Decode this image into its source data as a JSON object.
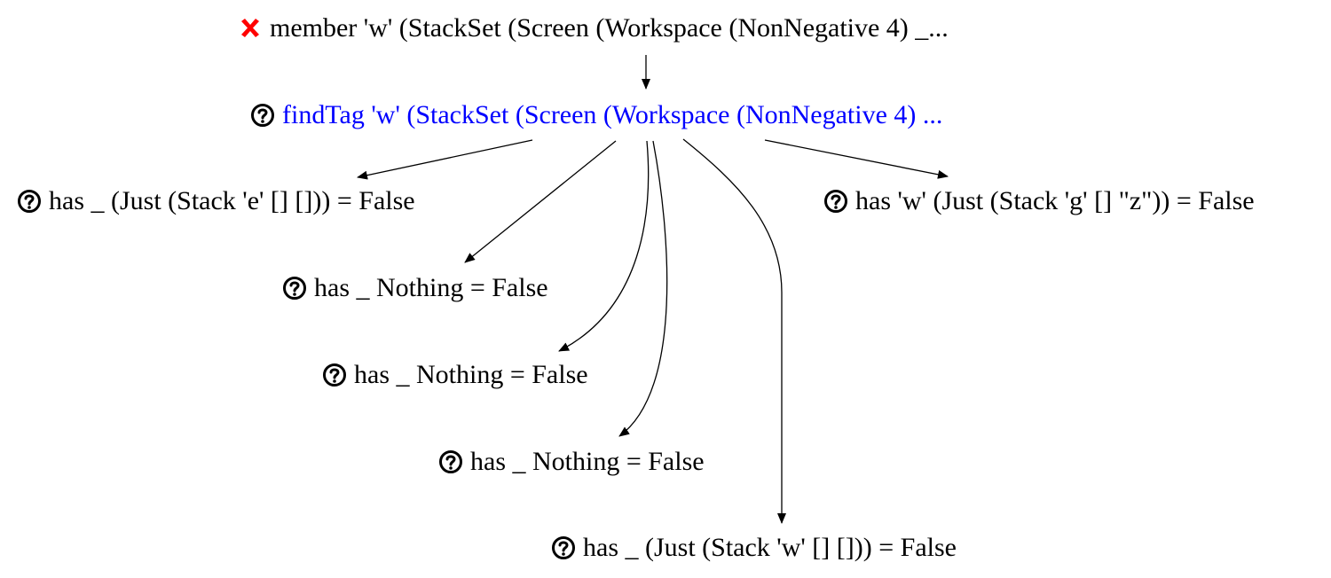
{
  "colors": {
    "wrong": "#ff0000",
    "focus_text": "#0000ff",
    "text": "#000000",
    "edge": "#000000"
  },
  "nodes": {
    "root": {
      "status": "wrong",
      "icon": "cross-icon",
      "label": "member 'w' (StackSet (Screen (Workspace (NonNegative 4) _..."
    },
    "find_tag": {
      "status": "unevaluated",
      "icon": "question-circle-icon",
      "label": "findTag 'w' (StackSet (Screen (Workspace (NonNegative 4) ..."
    },
    "has_e": {
      "status": "unevaluated",
      "icon": "question-circle-icon",
      "label": "has _ (Just (Stack 'e' [] [])) = False"
    },
    "has_nothing_1": {
      "status": "unevaluated",
      "icon": "question-circle-icon",
      "label": "has _ Nothing = False"
    },
    "has_nothing_2": {
      "status": "unevaluated",
      "icon": "question-circle-icon",
      "label": "has _ Nothing = False"
    },
    "has_nothing_3": {
      "status": "unevaluated",
      "icon": "question-circle-icon",
      "label": "has _ Nothing = False"
    },
    "has_w_stack": {
      "status": "unevaluated",
      "icon": "question-circle-icon",
      "label": "has _ (Just (Stack 'w' [] [])) = False"
    },
    "has_w_g": {
      "status": "unevaluated",
      "icon": "question-circle-icon",
      "label": "has 'w' (Just (Stack 'g' [] \"z\")) = False"
    }
  },
  "edges": [
    {
      "from": "root",
      "to": "find_tag"
    },
    {
      "from": "find_tag",
      "to": "has_e"
    },
    {
      "from": "find_tag",
      "to": "has_nothing_1"
    },
    {
      "from": "find_tag",
      "to": "has_nothing_2"
    },
    {
      "from": "find_tag",
      "to": "has_nothing_3"
    },
    {
      "from": "find_tag",
      "to": "has_w_stack"
    },
    {
      "from": "find_tag",
      "to": "has_w_g"
    }
  ]
}
